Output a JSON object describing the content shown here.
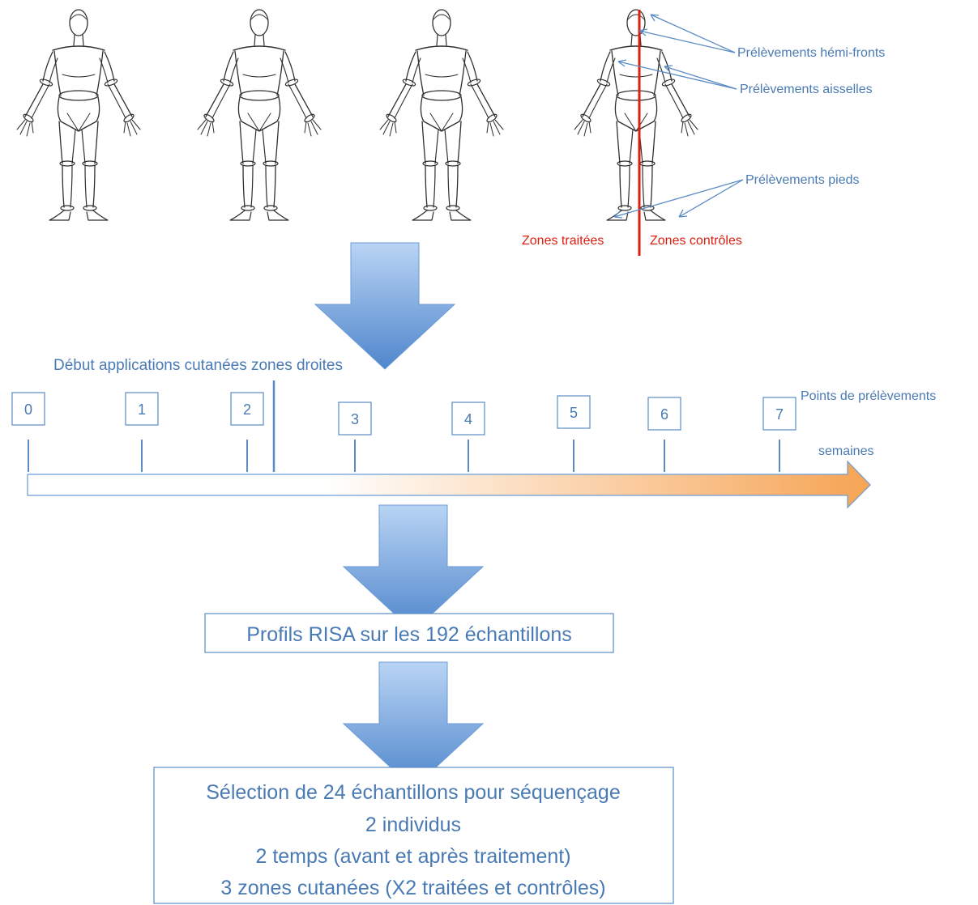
{
  "colors": {
    "label_blue": "#4a7ab4",
    "marker_red": "#d91f11",
    "arrow_blue_light": "#aac9f0",
    "arrow_blue_dark": "#5b8fd1",
    "timeline_gradient_end": "#f6a85a",
    "sketch": "#2f2f2f"
  },
  "figures": {
    "count": 4,
    "annotations": {
      "hemi_fronts": "Prélèvements hémi-fronts",
      "aisselles": "Prélèvements aisselles",
      "pieds": "Prélèvements pieds"
    },
    "treated_label": "Zones traitées",
    "control_label": "Zones contrôles"
  },
  "timeline": {
    "start_label": "Début applications cutanées zones droites",
    "points_label": "Points de prélèvements",
    "unit_label": "semaines",
    "points": [
      "0",
      "1",
      "2",
      "3",
      "4",
      "5",
      "6",
      "7"
    ]
  },
  "boxes": {
    "risa": "Profils RISA sur les 192 échantillons",
    "selection": [
      "Sélection de 24 échantillons pour séquençage",
      "2 individus",
      "2 temps (avant et après traitement)",
      "3 zones cutanées (X2 traitées et contrôles)"
    ]
  }
}
